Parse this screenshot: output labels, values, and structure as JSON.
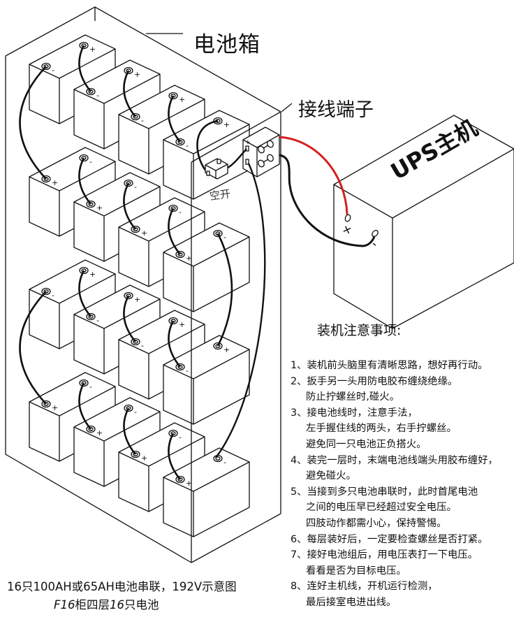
{
  "labels": {
    "battery_box": "电池箱",
    "terminal_block": "接线端子",
    "air_breaker": "空开",
    "ups_host": "UPS主机",
    "ups_plus": "+",
    "ups_minus": "-"
  },
  "battery_config": {
    "layers": 4,
    "batteries_per_layer": 4,
    "total_batteries": 16,
    "terminal_plus": "+",
    "terminal_minus": "-"
  },
  "colors": {
    "line": "#111111",
    "positive_cable": "#d42020",
    "background": "#ffffff"
  },
  "notes": {
    "title": "装机注意事项:",
    "items": [
      {
        "num": "1、",
        "lines": [
          "装机前头脑里有清晰思路，想好再行动。"
        ]
      },
      {
        "num": "2、",
        "lines": [
          "扳手另一头用防电胶布缠绕绝缘。",
          "防止拧螺丝时,碰火。"
        ]
      },
      {
        "num": "3、",
        "lines": [
          "接电池线时，注意手法，",
          "左手握住线的两头，右手拧螺丝。",
          "避免同一只电池正负搭火。"
        ]
      },
      {
        "num": "4、",
        "lines": [
          "装完一层时，末端电池线端头用胶布缠好，",
          "避免碰火。"
        ]
      },
      {
        "num": "5、",
        "lines": [
          "当接到多只电池串联时，此时首尾电池",
          "之间的电压早已经超过安全电压。",
          "四肢动作都需小心，保持警惕。"
        ]
      },
      {
        "num": "6、",
        "lines": [
          "每层装好后，一定要检查螺丝是否打紧。"
        ]
      },
      {
        "num": "7、",
        "lines": [
          "接好电池组后，用电压表打一下电压。",
          "看看是否为目标电压。"
        ]
      },
      {
        "num": "8、",
        "lines": [
          "连好主机线，开机运行检测，",
          "最后接室电进出线。"
        ]
      }
    ]
  },
  "caption": {
    "line1": "16只100AH或65AH电池串联，192V示意图",
    "line2_prefix": "F16",
    "line2_mid": "柜四层",
    "line2_num": "16",
    "line2_suffix": "只电池"
  }
}
